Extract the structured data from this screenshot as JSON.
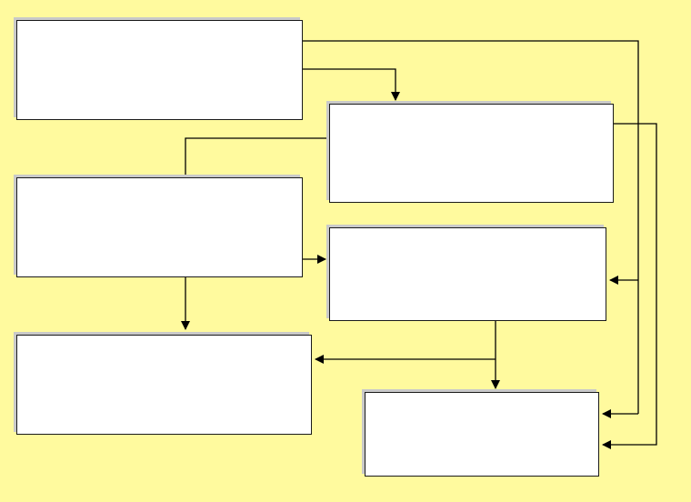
{
  "diagram": {
    "background_color": "#fffa9e",
    "box_fill": "#ffffff",
    "line_color": "#000000",
    "boxes": [
      {
        "id": "b1",
        "label": ""
      },
      {
        "id": "b2",
        "label": ""
      },
      {
        "id": "b3",
        "label": ""
      },
      {
        "id": "b4",
        "label": ""
      },
      {
        "id": "b5",
        "label": ""
      },
      {
        "id": "b6",
        "label": ""
      }
    ]
  }
}
